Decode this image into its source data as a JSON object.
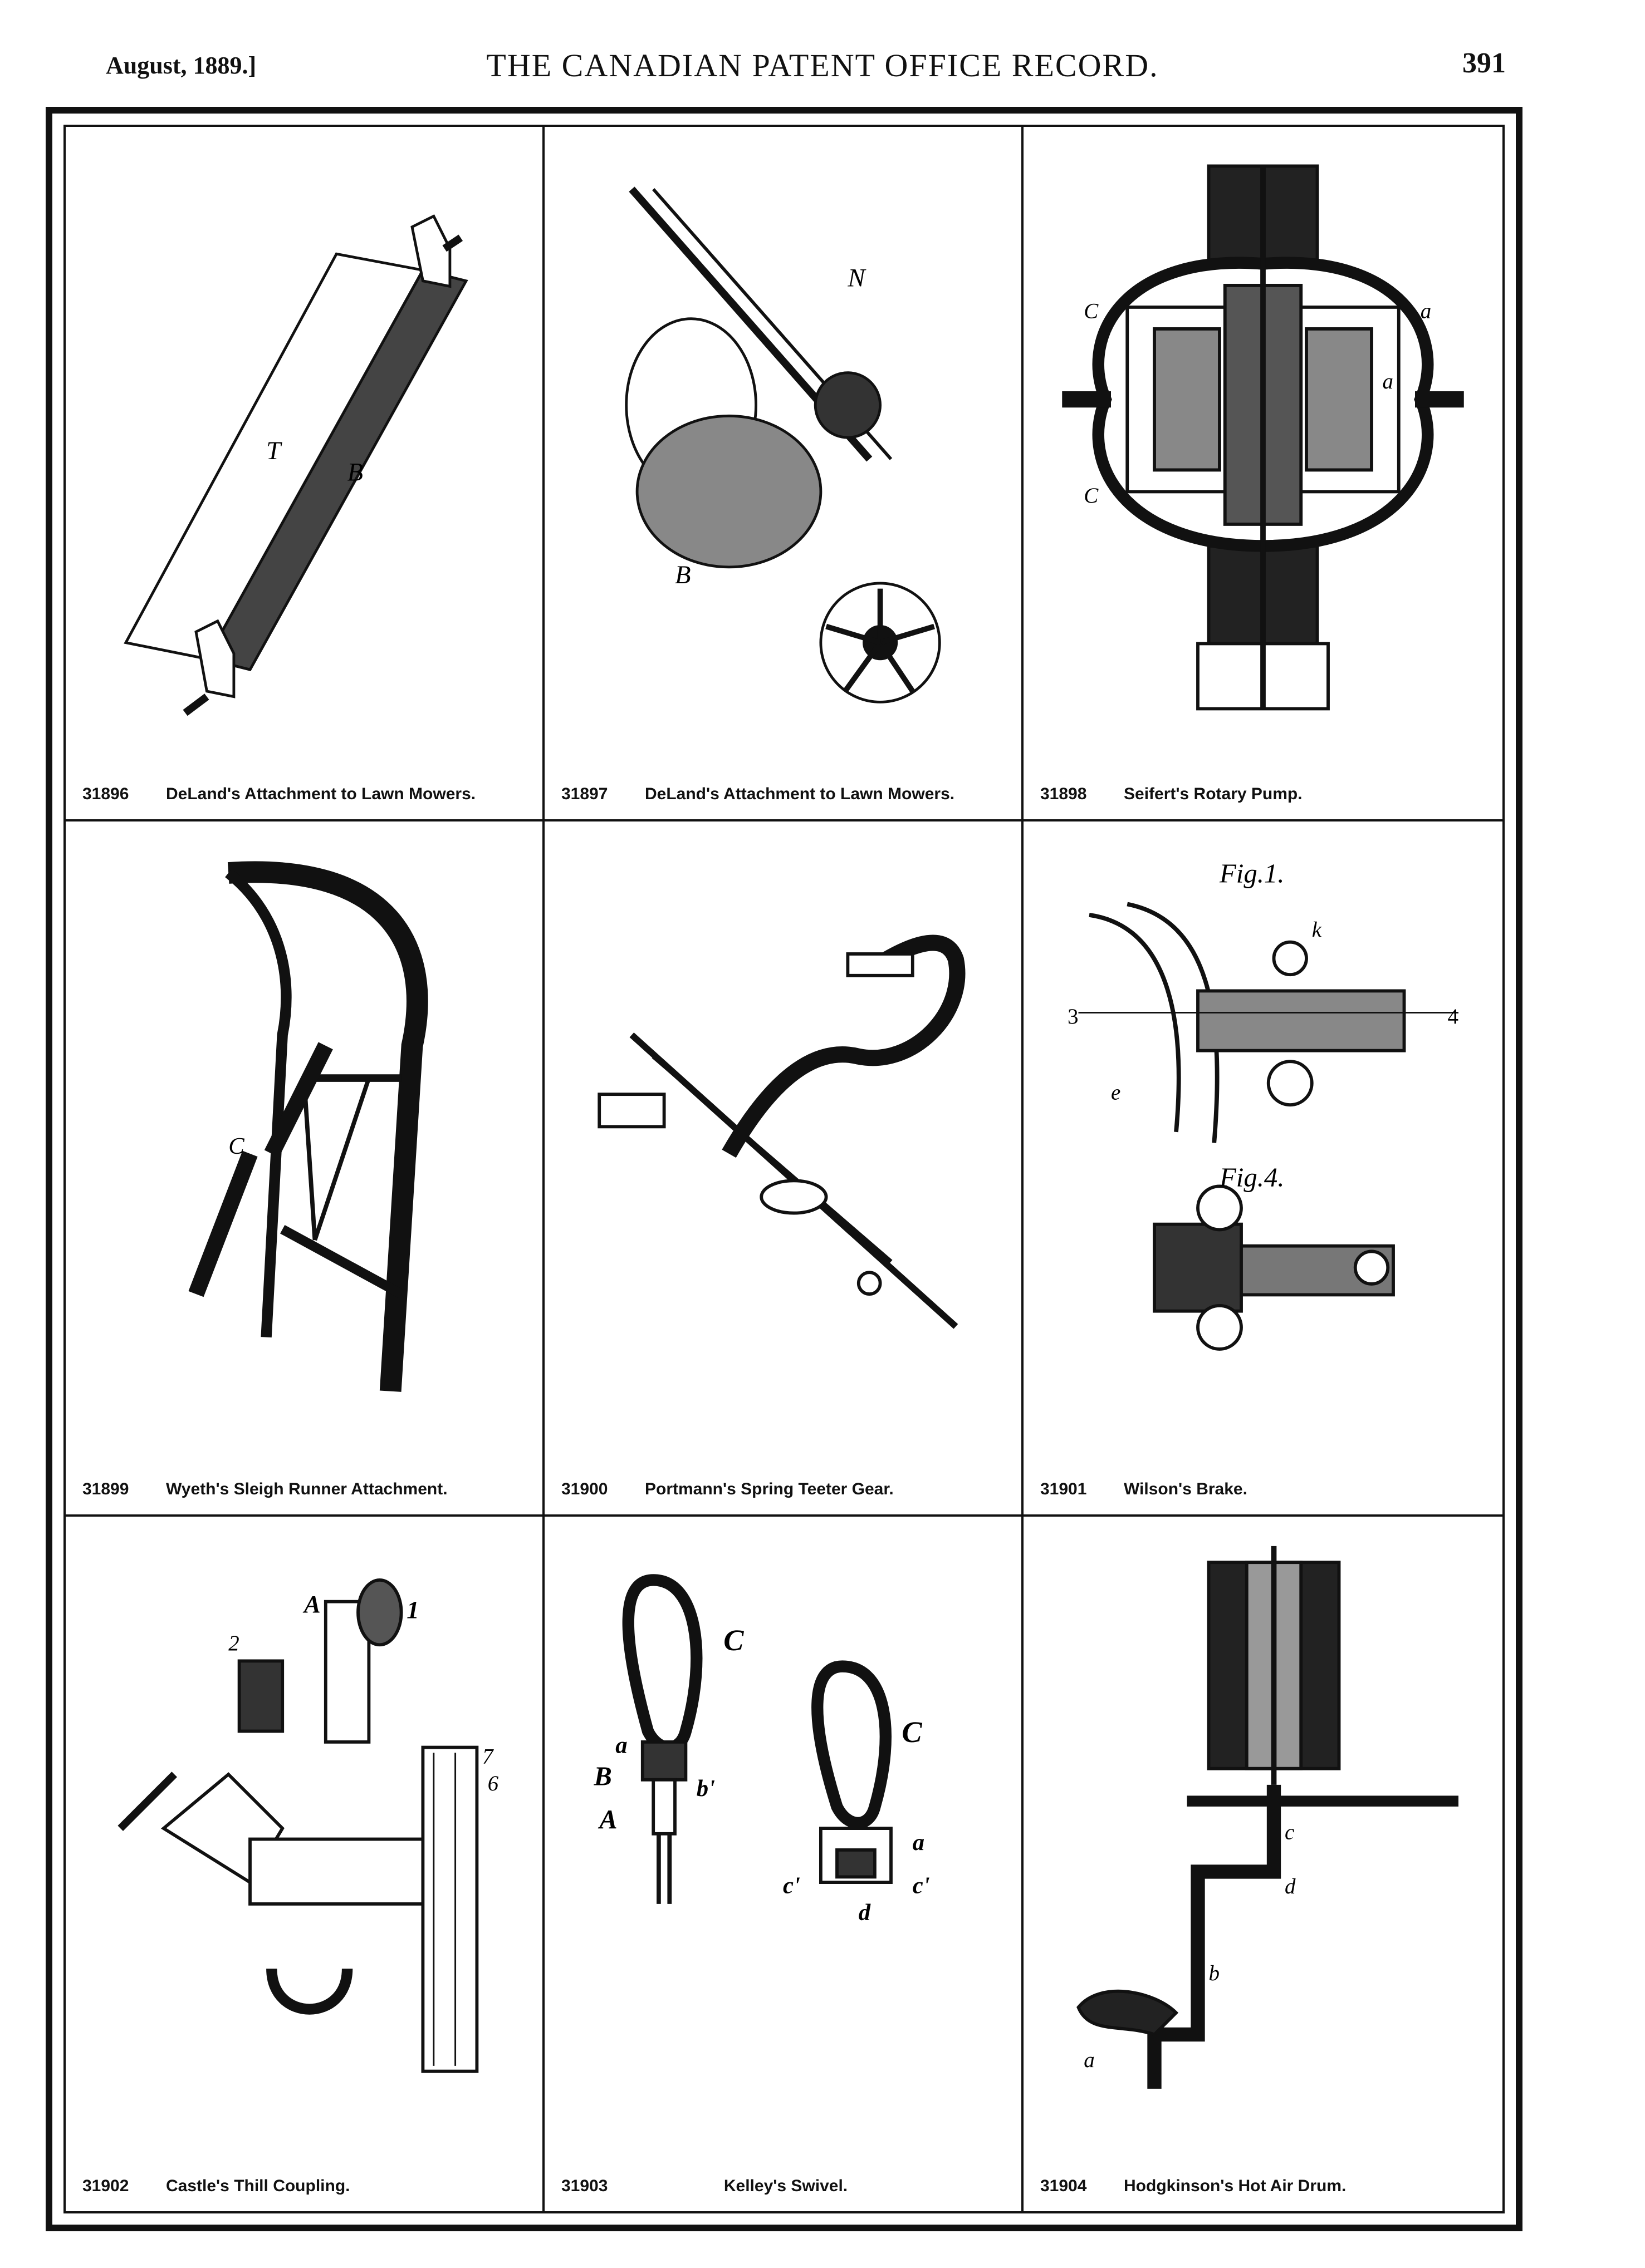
{
  "header": {
    "date": "August, 1889.]",
    "title": "THE CANADIAN PATENT OFFICE RECORD.",
    "page_number": "391"
  },
  "patents": [
    {
      "number": "31896",
      "title": "DeLand's Attachment to Lawn Mowers.",
      "labels": [
        "T",
        "B"
      ]
    },
    {
      "number": "31897",
      "title": "DeLand's Attachment to Lawn Mowers.",
      "labels": [
        "N",
        "B"
      ]
    },
    {
      "number": "31898",
      "title": "Seifert's Rotary Pump.",
      "labels": [
        "C",
        "C",
        "a",
        "a"
      ]
    },
    {
      "number": "31899",
      "title": "Wyeth's Sleigh Runner Attachment.",
      "labels": [
        "C"
      ]
    },
    {
      "number": "31900",
      "title": "Portmann's Spring Teeter Gear.",
      "labels": []
    },
    {
      "number": "31901",
      "title": "Wilson's Brake.",
      "labels": [
        "Fig.1.",
        "Fig.4.",
        "3",
        "4",
        "e",
        "k"
      ]
    },
    {
      "number": "31902",
      "title": "Castle's Thill Coupling.",
      "labels": [
        "A",
        "1",
        "2",
        "7",
        "6"
      ]
    },
    {
      "number": "31903",
      "title": "Kelley's Swivel.",
      "labels": [
        "C",
        "B",
        "A",
        "b'",
        "a",
        "C",
        "a",
        "c'",
        "c'",
        "d"
      ]
    },
    {
      "number": "31904",
      "title": "Hodgkinson's Hot Air Drum.",
      "labels": [
        "a",
        "b",
        "c",
        "d"
      ]
    }
  ]
}
